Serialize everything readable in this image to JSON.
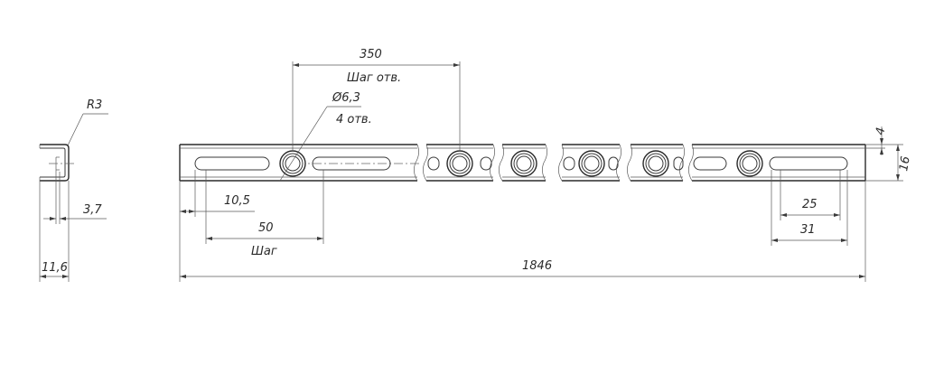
{
  "dimensions": {
    "hole_pitch": "350",
    "hole_pitch_note": "Шаг отв.",
    "hole_diameter": "Ø6,3",
    "hole_count": "4 отв.",
    "bend_radius": "R3",
    "flange_width": "3,7",
    "profile_width": "11,6",
    "slot_offset": "10,5",
    "slot_pitch": "50",
    "slot_pitch_note": "Шаг",
    "total_length": "1846",
    "slot_length_inner": "25",
    "slot_length_outer": "31",
    "edge_distance": "4",
    "rail_height": "16"
  },
  "colors": {
    "line": "#3a3a3a",
    "background": "#ffffff"
  }
}
